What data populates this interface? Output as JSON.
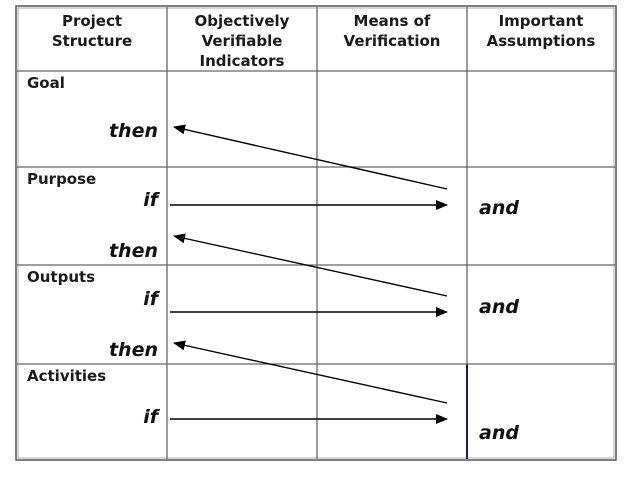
{
  "headers": {
    "col1": "Project\nStructure",
    "col2": "Objectively\nVerifiable\nIndicators",
    "col3": "Means of\nVerification",
    "col4": "Important\nAssumptions"
  },
  "rows": [
    "Goal",
    "Purpose",
    "Outputs",
    "Activities"
  ],
  "words": {
    "then": "then",
    "if": "if",
    "and": "and"
  }
}
